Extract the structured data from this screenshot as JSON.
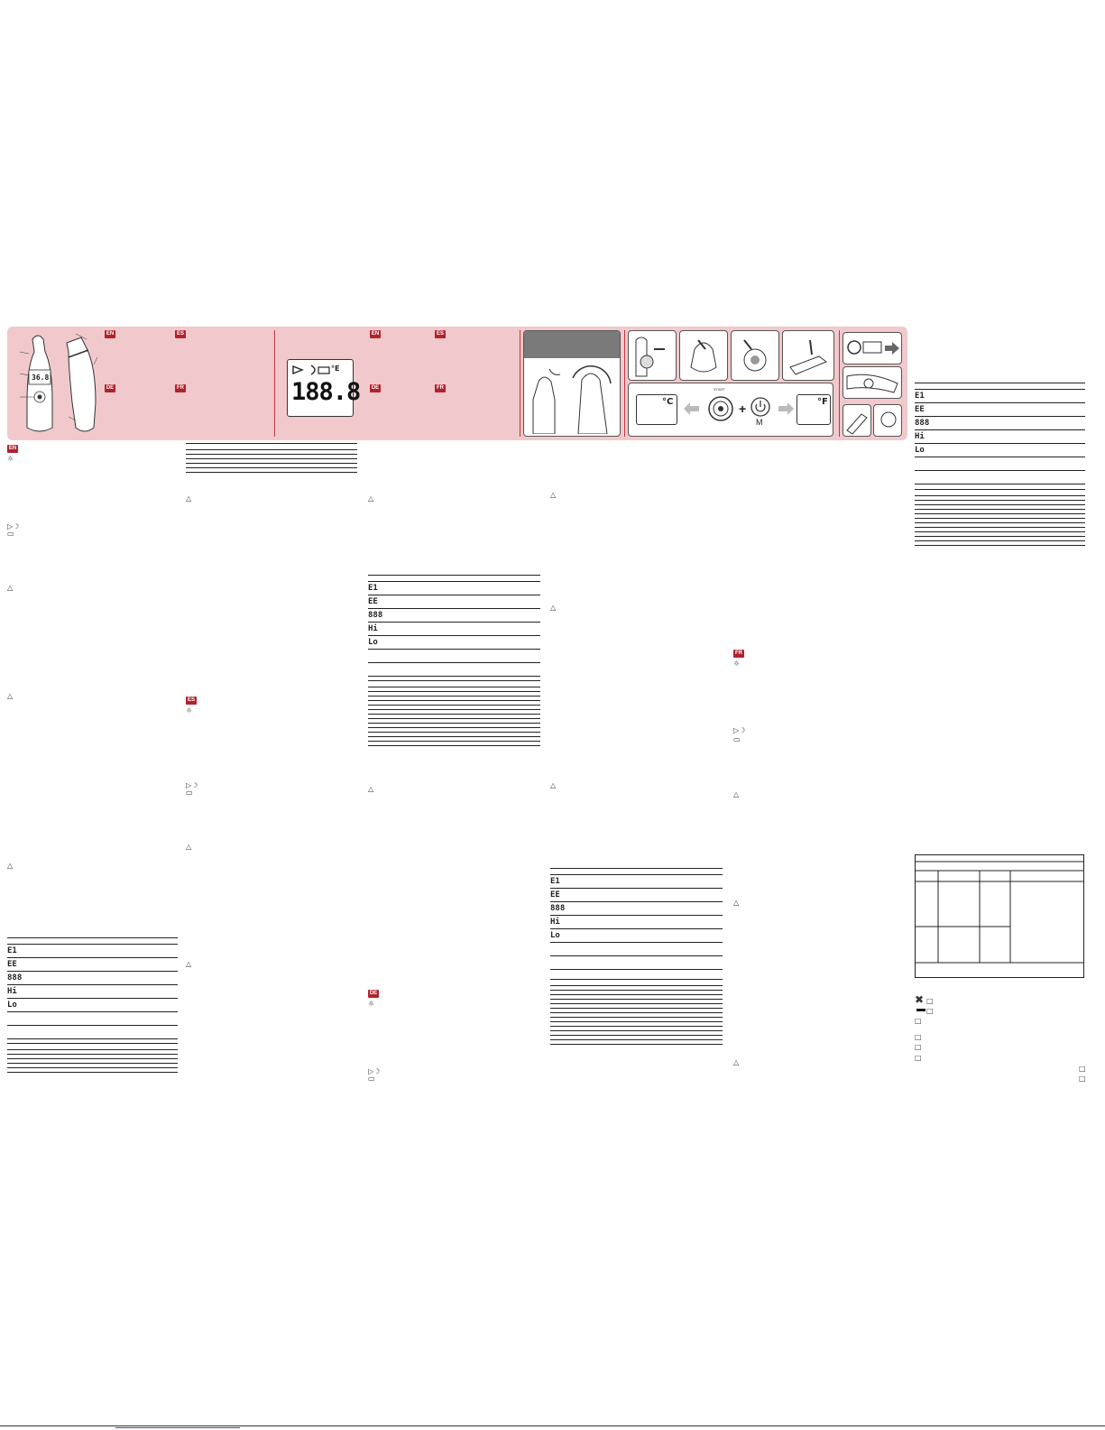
{
  "languages": {
    "en": "EN",
    "es": "ES",
    "de": "DE",
    "fr": "FR"
  },
  "device": {
    "display_reading": "36.8"
  },
  "lcd": {
    "segment_digits": "188.8",
    "unit_symbol": "°E"
  },
  "unit_switch": {
    "celsius": "°C",
    "fahrenheit": "°F",
    "start_label": "START",
    "mode_label": "M"
  },
  "error_codes": [
    "E1",
    "EE",
    "888",
    "Hi",
    "Lo"
  ],
  "colors": {
    "banner": "#f1c9cc",
    "accent": "#b2222c",
    "separator": "#c2363f"
  },
  "icons": [
    "warning-icon",
    "power-icon",
    "battery-icon",
    "ear-icon",
    "recycle-bin-icon"
  ]
}
